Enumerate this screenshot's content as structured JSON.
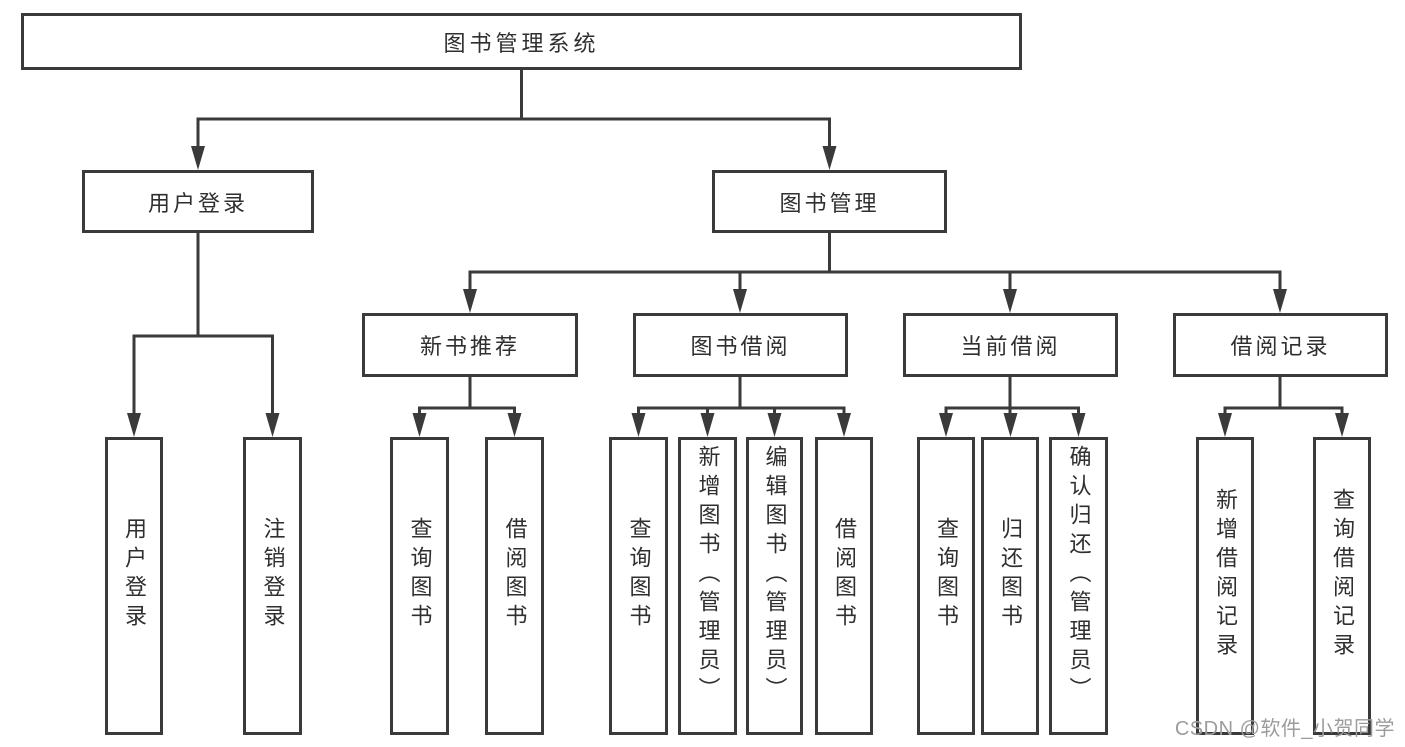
{
  "diagram": {
    "title": "图书管理系统",
    "level2": {
      "user_login": "用户登录",
      "book_management": "图书管理"
    },
    "level3": {
      "new_books": "新书推荐",
      "book_borrowing": "图书借阅",
      "current_borrowing": "当前借阅",
      "borrowing_records": "借阅记录"
    },
    "leaves": {
      "login": "用户登录",
      "logout": "注销登录",
      "nb_query": "查询图书",
      "nb_borrow": "借阅图书",
      "bb_query": "查询图书",
      "bb_add": "新增图书（管理员）",
      "bb_edit": "编辑图书（管理员）",
      "bb_borrow": "借阅图书",
      "cb_query": "查询图书",
      "cb_return": "归还图书",
      "cb_confirm": "确认归还（管理员）",
      "br_add": "新增借阅记录",
      "br_query": "查询借阅记录"
    }
  },
  "watermark": "CSDN @软件_小贺同学",
  "colors": {
    "line": "#3a3a3a",
    "text": "#2f2f2f",
    "watermark": "#9c9c9c",
    "background": "#ffffff"
  }
}
